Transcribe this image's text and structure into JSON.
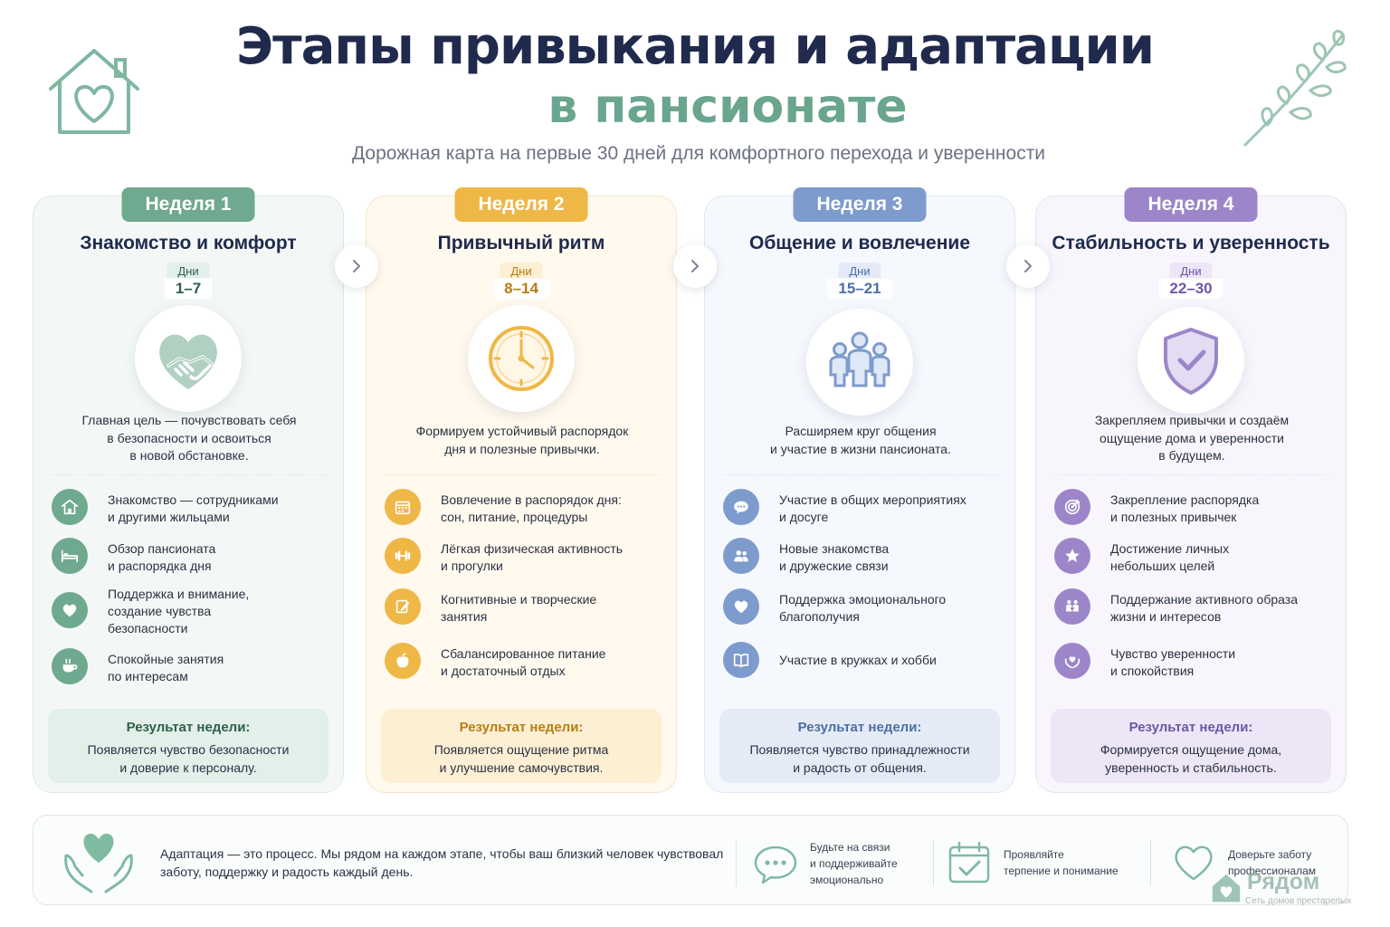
{
  "header": {
    "title": "Этапы привыкания и адаптации",
    "title_accent": "в пансионате",
    "subtitle": "Дорожная карта на первые 30 дней для комфортного перехода и уверенности",
    "icons": [
      "house-heart-icon",
      "leaf-sprig-icon"
    ]
  },
  "weeks": [
    {
      "badge": "Неделя 1",
      "title": "Знакомство и комфорт",
      "days_label": "Дни",
      "days": "1–7",
      "hero_icon": "heart-handshake-icon",
      "goal": "Главная цель — почувствовать себя\nв безопасности и освоиться\nв новой обстановке.",
      "items": [
        {
          "icon": "house-icon",
          "text": "Знакомство — сотрудниками\nи другими жильцами"
        },
        {
          "icon": "bed-icon",
          "text": "Обзор пансионата\nи распорядка дня"
        },
        {
          "icon": "heart-icon",
          "text": "Поддержка и внимание,\nсоздание чувства\nбезопасности"
        },
        {
          "icon": "teacup-icon",
          "text": "Спокойные занятия\nпо интересам"
        }
      ],
      "result_title": "Результат недели:",
      "result_text": "Появляется чувство безопасности\nи доверие к персоналу.",
      "colors": {
        "accent": "#6fa98f",
        "light": "#e3efe9",
        "card": "#f3f8f6",
        "border": "#dce9e3",
        "text": "#2f5f4c"
      }
    },
    {
      "badge": "Неделя 2",
      "title": "Привычный ритм",
      "days_label": "Дни",
      "days": "8–14",
      "hero_icon": "clock-icon",
      "goal": "Формируем устойчивый распорядок\nдня и полезные привычки.",
      "items": [
        {
          "icon": "calendar-icon",
          "text": "Вовлечение в распорядок дня:\nсон, питание, процедуры"
        },
        {
          "icon": "dumbbell-icon",
          "text": "Лёгкая физическая активность\nи прогулки"
        },
        {
          "icon": "pencil-icon",
          "text": "Когнитивные и творческие\nзанятия"
        },
        {
          "icon": "apple-icon",
          "text": "Сбалансированное питание\nи достаточный отдых"
        }
      ],
      "result_title": "Результат недели:",
      "result_text": "Появляется ощущение ритма\nи улучшение самочувствия.",
      "colors": {
        "accent": "#efb746",
        "light": "#fcefd3",
        "card": "#fff9ee",
        "border": "#f6e7c9",
        "text": "#b87d12"
      }
    },
    {
      "badge": "Неделя 3",
      "title": "Общение и вовлечение",
      "days_label": "Дни",
      "days": "15–21",
      "hero_icon": "people-group-icon",
      "goal": "Расширяем круг общения\nи участие в жизни пансионата.",
      "items": [
        {
          "icon": "chat-bubble-icon",
          "text": "Участие в общих мероприятиях\nи досуге"
        },
        {
          "icon": "friends-icon",
          "text": "Новые знакомства\nи дружеские связи"
        },
        {
          "icon": "heart-icon",
          "text": "Поддержка эмоционального\nблагополучия"
        },
        {
          "icon": "book-icon",
          "text": "Участие в кружках и хобби"
        }
      ],
      "result_title": "Результат недели:",
      "result_text": "Появляется чувство принадлежности\nи радость от общения.",
      "colors": {
        "accent": "#7d9bcd",
        "light": "#e4ebf7",
        "card": "#f5f8fd",
        "border": "#e0e7f3",
        "text": "#4e6ea6"
      }
    },
    {
      "badge": "Неделя 4",
      "title": "Стабильность и уверенность",
      "days_label": "Дни",
      "days": "22–30",
      "hero_icon": "shield-check-icon",
      "goal": "Закрепляем привычки и создаём\nощущение дома и уверенности\nв будущем.",
      "items": [
        {
          "icon": "target-icon",
          "text": "Закрепление распорядка\nи полезных привычек"
        },
        {
          "icon": "star-icon",
          "text": "Достижение личных\nнебольших целей"
        },
        {
          "icon": "family-icon",
          "text": "Поддержание активного образа\nжизни и интересов"
        },
        {
          "icon": "heart-hands-icon",
          "text": "Чувство уверенности\nи спокойствия"
        }
      ],
      "result_title": "Результат недели:",
      "result_text": "Формируется ощущение дома,\nуверенность и стабильность.",
      "colors": {
        "accent": "#9c86c9",
        "light": "#ece6f6",
        "card": "#f8f6fc",
        "border": "#e7e1f1",
        "text": "#6f56a6"
      }
    }
  ],
  "arrows": [
    "chevron-right-icon",
    "chevron-right-icon",
    "chevron-right-icon"
  ],
  "footer": {
    "icon": "hands-heart-icon",
    "text": "Адаптация — это процесс. Мы рядом на каждом этапе, чтобы ваш близкий человек чувствовал заботу, поддержку и радость каждый день.",
    "tips": [
      {
        "icon": "chat-bubble-icon",
        "text": "Будьте на связи\nи поддерживайте\nэмоционально"
      },
      {
        "icon": "calendar-check-icon",
        "text": "Проявляйте\nтерпение и понимание"
      },
      {
        "icon": "heart-outline-icon",
        "text": "Доверьте заботу\nпрофессионалам"
      }
    ],
    "brand_name": "Рядом",
    "brand_sub": "Сеть домов престарелых"
  }
}
